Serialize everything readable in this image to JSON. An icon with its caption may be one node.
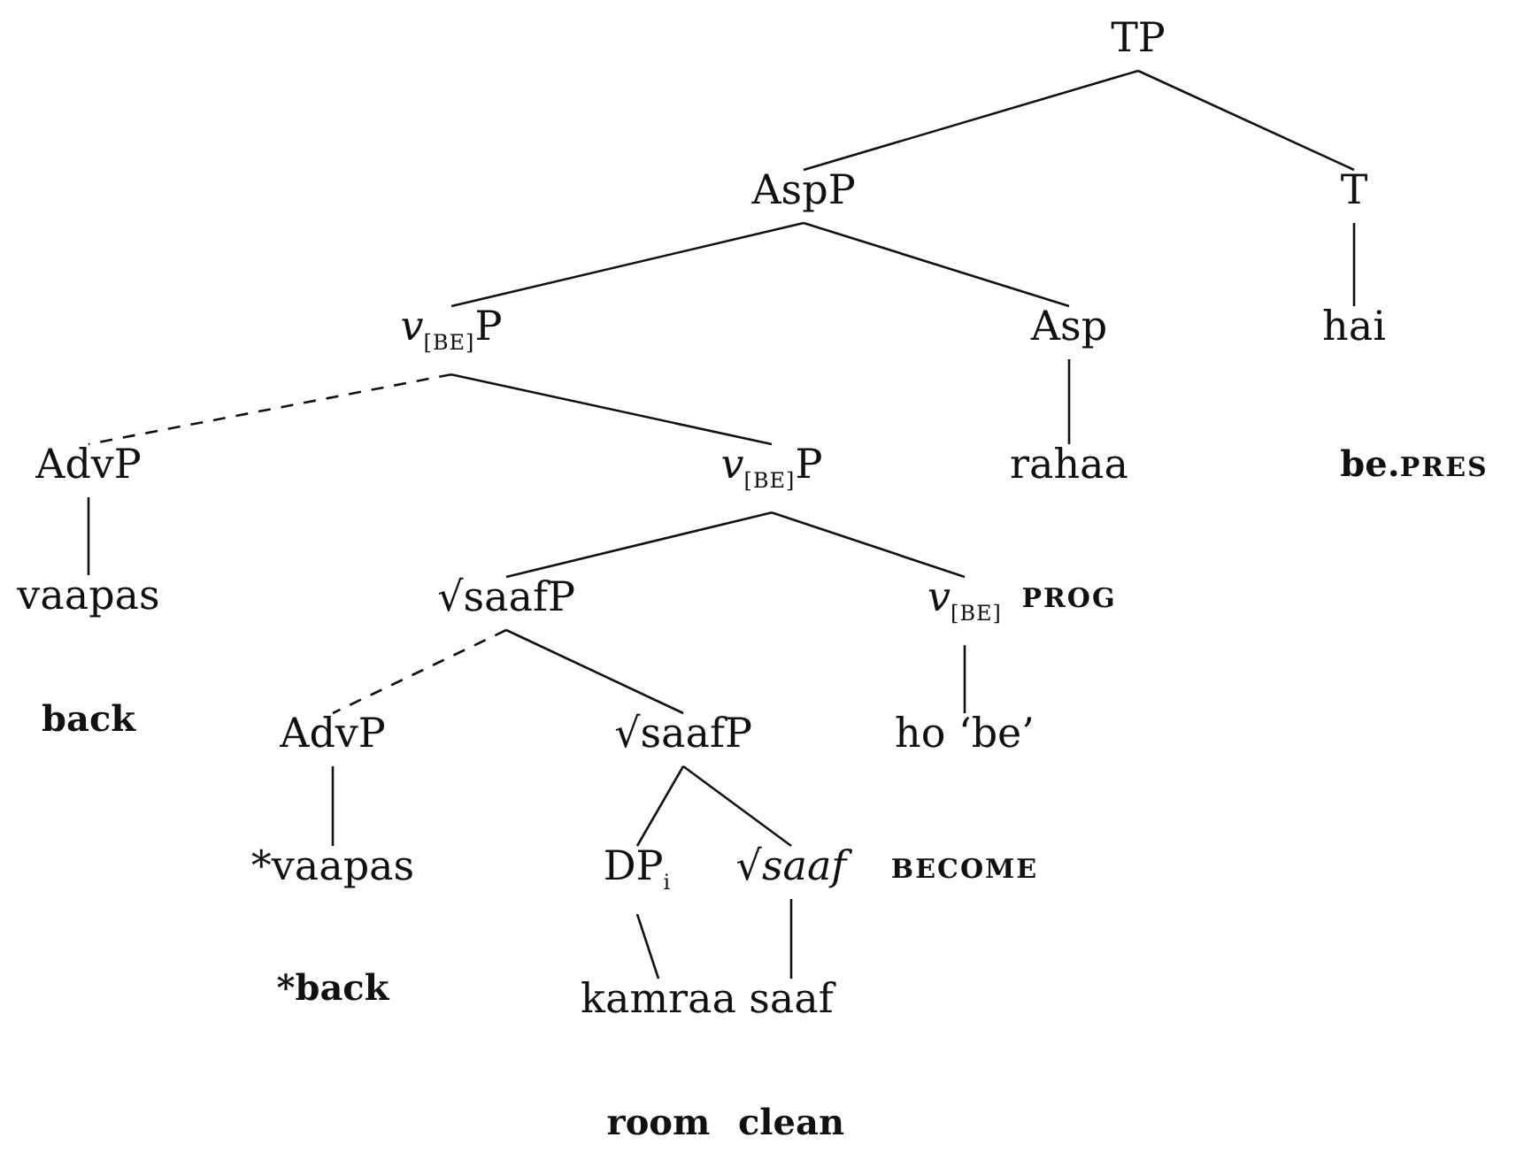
{
  "diagram": {
    "nodes": [
      {
        "text": [
          "TP"
        ]
      },
      {
        "text": [
          "AspP"
        ]
      },
      {
        "text": [
          "T"
        ]
      },
      {
        "text": [
          "*v*$_{[BE]}$P"
        ]
      },
      {
        "text": [
          "Asp"
        ]
      },
      {
        "text": [
          "hai"
        ],
        "beside": [
          "be.PRES"
        ]
      },
      {
        "text": [
          "AdvP"
        ]
      },
      {
        "text": [
          "*v*$_{[BE]}$P"
        ]
      },
      {
        "text": [
          "rahaa"
        ]
      },
      {
        "text": [
          "vaapas"
        ],
        "beside": [
          "back"
        ]
      },
      {
        "text": [
          "√saafP"
        ]
      },
      {
        "text": [
          "*v*$_{[BE]}$"
        ]
      },
      {
        "text": [
          "AdvP"
        ]
      },
      {
        "text": [
          "√saafP"
        ]
      },
      {
        "text": [
          "ho ‘be’"
        ]
      },
      {
        "text": [
          "*vaapas"
        ],
        "beside": [
          "*back"
        ]
      },
      {
        "text": [
          "DP$_{i}$"
        ]
      },
      {
        "text": [
          "√*saaf*"
        ]
      },
      {
        "text": [
          "kamraa"
        ],
        "beside": [
          "room"
        ]
      },
      {
        "text": [
          "saaf"
        ],
        "beside": [
          "clean"
        ]
      }
    ],
    "edges": [
      {
        "from": 0,
        "to": 1,
        "arrow": "none"
      },
      {
        "from": 0,
        "to": 2,
        "arrow": "none"
      },
      {
        "from": 1,
        "to": 3,
        "arrow": "none"
      },
      {
        "from": 1,
        "to": 4,
        "arrow": "none"
      },
      {
        "from": 2,
        "to": 5,
        "arrow": "none"
      },
      {
        "from": 3,
        "to": 6,
        "arrow": "none",
        "style": "dashed"
      },
      {
        "from": 3,
        "to": 7,
        "arrow": "none"
      },
      {
        "from": 4,
        "to": 8,
        "arrow": "none"
      },
      {
        "from": 6,
        "to": 9,
        "arrow": "none"
      },
      {
        "from": 7,
        "to": 10,
        "arrow": "none"
      },
      {
        "from": 7,
        "to": 11,
        "arrow": "none"
      },
      {
        "from": 10,
        "to": 12,
        "arrow": "none",
        "style": "dashed"
      },
      {
        "from": 10,
        "to": 13,
        "arrow": "none"
      },
      {
        "from": 11,
        "to": 14,
        "arrow": "none"
      },
      {
        "from": 12,
        "to": 15,
        "arrow": "none"
      },
      {
        "from": 13,
        "to": 16,
        "arrow": "none"
      },
      {
        "from": 13,
        "to": 17,
        "arrow": "none"
      },
      {
        "from": 16,
        "to": 18,
        "arrow": "none"
      },
      {
        "from": 17,
        "to": 19,
        "arrow": "none"
      }
    ],
    "labels": [
      "PROG",
      "BECOME"
    ]
  }
}
